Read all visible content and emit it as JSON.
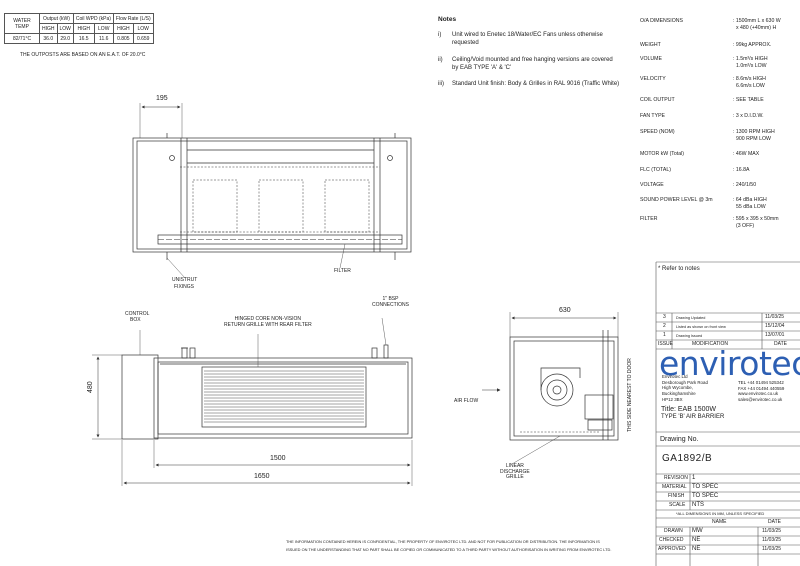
{
  "performance_table": {
    "col_water_temp": "WATER TEMP",
    "col_output": "Output (kW)",
    "col_coil_wpd": "Coil WPD (kPa)",
    "col_flow_rate": "Flow Rate (L/S)",
    "sub_high": "HIGH",
    "sub_low": "LOW",
    "row_temp": "82/71°C",
    "row_values": [
      "36.0",
      "29.0",
      "16.5",
      "11.6",
      "0.805",
      "0.659"
    ],
    "footnote": "THE OUTPOSTS ARE BASED ON AN E.A.T. OF 20.0°C"
  },
  "notes": {
    "title": "Notes",
    "items": [
      {
        "num": "i)",
        "lines": [
          "Unit wired to Enetec 18/Water/EC Fans unless otherwise",
          "requested"
        ]
      },
      {
        "num": "ii)",
        "lines": [
          "Ceiling/Void mounted and free hanging versions are covered",
          "by EAB TYPE 'A' & 'C'"
        ]
      },
      {
        "num": "iii)",
        "lines": [
          "Standard Unit finish: Body & Grilles in RAL 9016 (Traffic White)"
        ]
      }
    ]
  },
  "specs": [
    {
      "label": "O/A DIMENSIONS",
      "value": ": 1500mm L x 630 W",
      "value2": "x 480 (+40mm) H"
    },
    {
      "label": "WEIGHT",
      "value": ": 99kg APPROX.",
      "value2": ""
    },
    {
      "label": "VOLUME",
      "value": ": 1.5m³/s HIGH",
      "value2": "1.0m³/s LOW"
    },
    {
      "label": "VELOCITY",
      "value": ": 8.6m/s HIGH",
      "value2": "6.6m/s LOW"
    },
    {
      "label": "COIL OUTPUT",
      "value": ": SEE TABLE",
      "value2": ""
    },
    {
      "label": "FAN TYPE",
      "value": ": 3 x D.I.D.W.",
      "value2": ""
    },
    {
      "label": "SPEED (NOM)",
      "value": ": 1300 RPM HIGH",
      "value2": "900 RPM LOW"
    },
    {
      "label": "MOTOR kW (Total)",
      "value": ": 46W MAX",
      "value2": ""
    },
    {
      "label": "FLC (TOTAL)",
      "value": ": 16.8A",
      "value2": ""
    },
    {
      "label": "VOLTAGE",
      "value": ": 240/1/50",
      "value2": ""
    },
    {
      "label": "SOUND POWER LEVEL @ 3m",
      "value": ": 64 dBa HIGH",
      "value2": "55 dBa LOW"
    },
    {
      "label": "FILTER",
      "value": ": 595 x 395 x 50mm",
      "value2": "(3 OFF)"
    }
  ],
  "refer_note": "* Refer to notes",
  "revisions": {
    "rows": [
      {
        "issue": "3",
        "mod": "Drawing Updated",
        "date": "11/03/25"
      },
      {
        "issue": "2",
        "mod": "Listed as shown on front view",
        "date": "15/12/04"
      },
      {
        "issue": "1",
        "mod": "Drawing Issued",
        "date": "13/07/01"
      }
    ],
    "h_issue": "ISSUE",
    "h_mod": "MODIFICATION",
    "h_date": "DATE"
  },
  "company": {
    "logo": "envirotec",
    "address": [
      "Envirotec Ltd",
      "Desborough Park Road",
      "High Wycombe,",
      "Buckinghamshire",
      "HP12 3BX"
    ],
    "tel": "TEL +44 01494 525342",
    "fax": "FAX +44 01494 440559",
    "web": "www.envirotec.co.uk",
    "email": "sales@envirotec.co.uk"
  },
  "title_block": {
    "title1": "Title: EAB 1500W",
    "title2": "TYPE 'B' AIR BARRIER",
    "drawing_no_label": "Drawing No.",
    "drawing_no": "GA1892/B",
    "revision_label": "REVISION",
    "revision": "1",
    "material_label": "MATERIAL",
    "material": "TO SPEC",
    "finish_label": "FINISH",
    "finish": "TO SPEC",
    "scale_label": "SCALE",
    "scale": "NTS",
    "dims_note": "*ALL DIMENSIONS IN MM, UNLESS SPECIFIED",
    "h_name": "NAME",
    "h_date": "DATE",
    "drawn_label": "DRAWN",
    "drawn_name": "MW",
    "drawn_date": "11/03/25",
    "checked_label": "CHECKED",
    "checked_name": "NE",
    "checked_date": "11/03/25",
    "approved_label": "APPROVED",
    "approved_name": "NE",
    "approved_date": "11/03/25"
  },
  "drawing_labels": {
    "dim_195": "195",
    "unistrut": "UNISTRUT",
    "fixings": "FIXINGS",
    "filter": "FILTER",
    "control_box_1": "CONTROL",
    "control_box_2": "BOX",
    "hinged_1": "HINGED CORE NON-VISION",
    "hinged_2": "RETURN GRILLE WITH REAR FILTER",
    "bsp_1": "1\" BSP",
    "bsp_2": "CONNECTIONS",
    "dim_480": "480",
    "dim_1500": "1500",
    "dim_1650": "1650",
    "dim_630": "630",
    "air_flow": "AIR FLOW",
    "vertical_note": "THIS SIDE NEAREST TO DOOR",
    "linear_1": "LINEAR",
    "linear_2": "DISCHARGE",
    "linear_3": "GRILLE"
  },
  "confidentiality": [
    "THE INFORMATION CONTAINED HEREIN IS CONFIDENTIAL, THE PROPERTY OF ENVIROTEC LTD. AND NOT FOR PUBLICATION OR DISTRIBUTION. THE INFORMATION IS",
    "ISSUED ON THE UNDERSTANDING THAT NO PART SHALL BE COPIED OR COMMUNICATED TO A THIRD PARTY WITHOUT AUTHORISATION IN WRITING FROM ENVIROTEC LTD."
  ]
}
